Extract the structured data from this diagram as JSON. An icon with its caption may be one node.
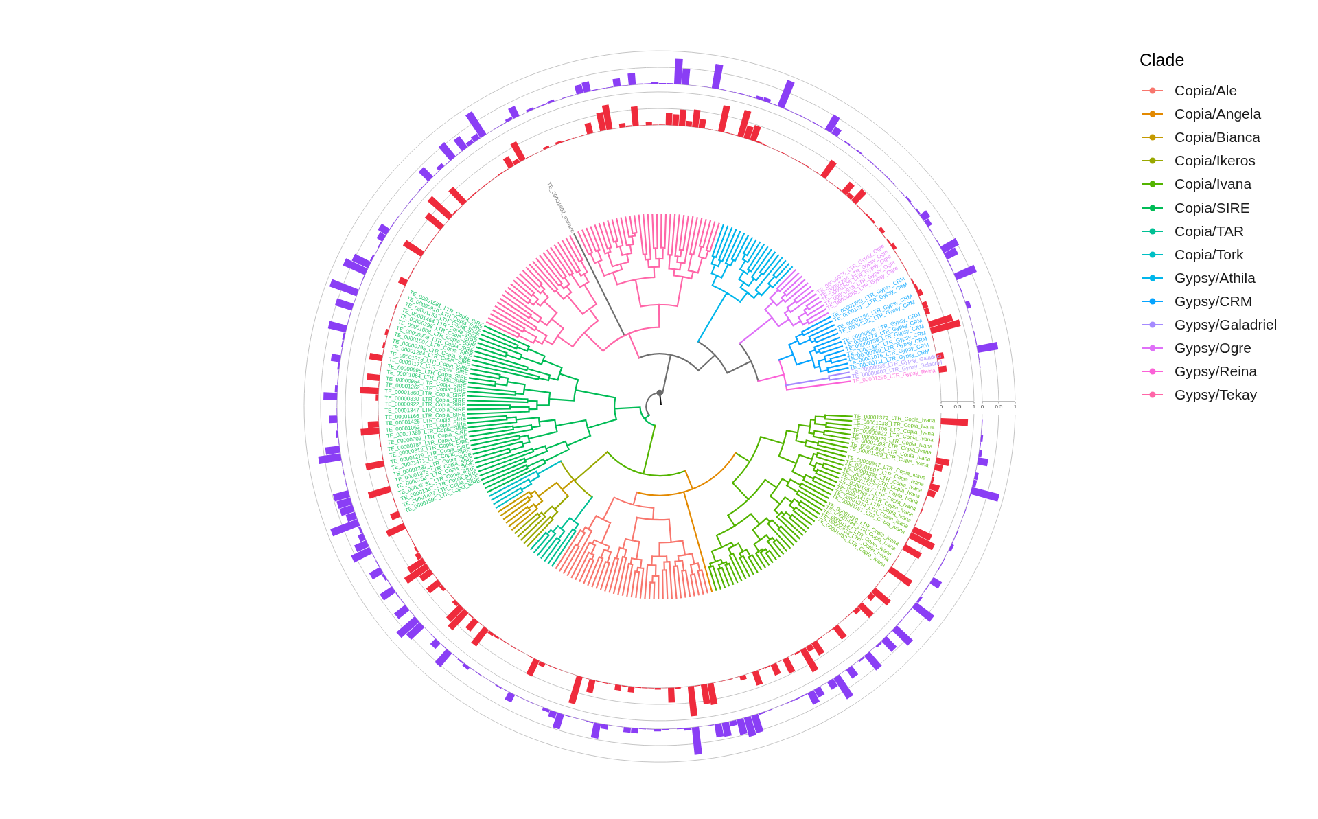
{
  "diagram": {
    "labels": [
      "TE_00001372_LTR_Copia_Ivana",
      "TE_00001038_LTR_Copia_Ivana",
      "TE_00001106_LTR_Copia_Ivana",
      "TE_00000822_LTR_Copia_Ivana",
      "TE_00000973_LTR_Copia_Ivana",
      "TE_00001593_LTR_Copia_Ivana",
      "TE_00000814_LTR_Copia_Ivana",
      "TE_00001209_LTR_Copia_Ivana",
      "TE_00000947_LTR_Copia_Ivana",
      "TE_00001607_LTR_Copia_Ivana",
      "TE_00001391_LTR_Copia_Ivana",
      "TE_00001314_LTR_Copia_Ivana",
      "TE_00001577_LTR_Copia_Ivana",
      "TE_00001467_LTR_Copia_Ivana",
      "TE_00000827_LTR_Copia_Ivana",
      "TE_00001413_LTR_Copia_Ivana",
      "TE_00001374_LTR_Copia_Ivana",
      "TE_00001151_LTR_Copia_Ivana",
      "TE_00001419_LTR_Copia_Ivana",
      "TE_00001494_LTR_Copia_Ivana",
      "TE_00001147_LTR_Copia_Ivana",
      "TE_00000833_LTR_Copia_Ivana",
      "TE_00001452_LTR_Copia_Ivana",
      "TE_00001596_LTR_Copia_SIRE",
      "TE_00001487_LTR_Copia_SIRE",
      "TE_00001387_LTR_Copia_SIRE",
      "TE_00000782_LTR_Copia_SIRE",
      "TE_00001527_LTR_Copia_SIRE",
      "TE_00001375_LTR_Copia_SIRE",
      "TE_00001232_LTR_Copia_SIRE",
      "TE_00001471_LTR_Copia_SIRE",
      "TE_00001279_LTR_Copia_SIRE",
      "TE_00000812_LTR_Copia_SIRE",
      "TE_00000785_LTR_Copia_SIRE",
      "TE_00000802_LTR_Copia_SIRE",
      "TE_00001389_LTR_Copia_SIRE",
      "TE_00001063_LTR_Copia_SIRE",
      "TE_00001425_LTR_Copia_SIRE",
      "TE_00001166_LTR_Copia_SIRE",
      "TE_00001347_LTR_Copia_SIRE",
      "TE_00000922_LTR_Copia_SIRE",
      "TE_00000830_LTR_Copia_SIRE",
      "TE_00001360_LTR_Copia_SIRE",
      "TE_00001262_LTR_Copia_SIRE",
      "TE_00000954_LTR_Copia_SIRE",
      "TE_00001064_LTR_Copia_SIRE",
      "TE_00000998_LTR_Copia_SIRE",
      "TE_00001177_LTR_Copia_SIRE",
      "TE_00001378_LTR_Copia_SIRE",
      "TE_00001284_LTR_Copia_SIRE",
      "TE_00000795_LTR_Copia_SIRE",
      "TE_00001507_LTR_Copia_SIRE",
      "TE_00000909_LTR_Copia_SIRE",
      "TE_00001008_LTR_Copia_SIRE",
      "TE_00000798_LTR_Copia_SIRE",
      "TE_00001464_LTR_Copia_SIRE",
      "TE_00001153_LTR_Copia_SIRE",
      "TE_00000910_LTR_Copia_SIRE",
      "TE_00001581_LTR_Copia_SIRE",
      "TE_00001602_mixture",
      "TE_00000975_LTR_Gypsy_Ogre",
      "TE_00001224_LTR_Gypsy_Ogre",
      "TE_00001605_LTR_Gypsy_Ogre",
      "TE_00000918_LTR_Gypsy_Ogre",
      "TE_00000865_LTR_Gypsy_Ogre",
      "TE_00001243_LTR_Gypsy_CRM",
      "TE_00001017_LTR_Gypsy_CRM",
      "TE_00001184_LTR_Gypsy_CRM",
      "TE_00001122_LTR_Gypsy_CRM",
      "TE_00000999_LTR_Gypsy_CRM",
      "TE_00001273_LTR_Gypsy_CRM",
      "TE_00000759_LTR_Gypsy_CRM",
      "TE_00001481_LTR_Gypsy_CRM",
      "TE_00000769_LTR_Gypsy_CRM",
      "TE_00001076_LTR_Gypsy_CRM",
      "TE_00000711_LTR_Gypsy_CRM",
      "TE_00000838_LTR_Gypsy_Galadriel",
      "TE_00000803_LTR_Gypsy_Galadriel",
      "TE_00001295_LTR_Gypsy_Reina",
      "0",
      "0.5",
      "1",
      "0",
      "0.5",
      "1",
      "Clade"
    ],
    "legend": [
      {
        "text": "Copia/Ale",
        "color": "#f8766d"
      },
      {
        "text": "Copia/Angela",
        "color": "#e38900"
      },
      {
        "text": "Copia/Bianca",
        "color": "#c49a00"
      },
      {
        "text": "Copia/Ikeros",
        "color": "#99a800"
      },
      {
        "text": "Copia/Ivana",
        "color": "#53b400"
      },
      {
        "text": "Copia/SIRE",
        "color": "#00bc56"
      },
      {
        "text": "Copia/TAR",
        "color": "#00c094"
      },
      {
        "text": "Copia/Tork",
        "color": "#00bfc4"
      },
      {
        "text": "Gypsy/Athila",
        "color": "#00b6eb"
      },
      {
        "text": "Gypsy/CRM",
        "color": "#06a4ff"
      },
      {
        "text": "Gypsy/Galadriel",
        "color": "#a58aff"
      },
      {
        "text": "Gypsy/Ogre",
        "color": "#df70f8"
      },
      {
        "text": "Gypsy/Reina",
        "color": "#fb61d7"
      },
      {
        "text": "Gypsy/Tekay",
        "color": "#ff66a8"
      }
    ]
  }
}
